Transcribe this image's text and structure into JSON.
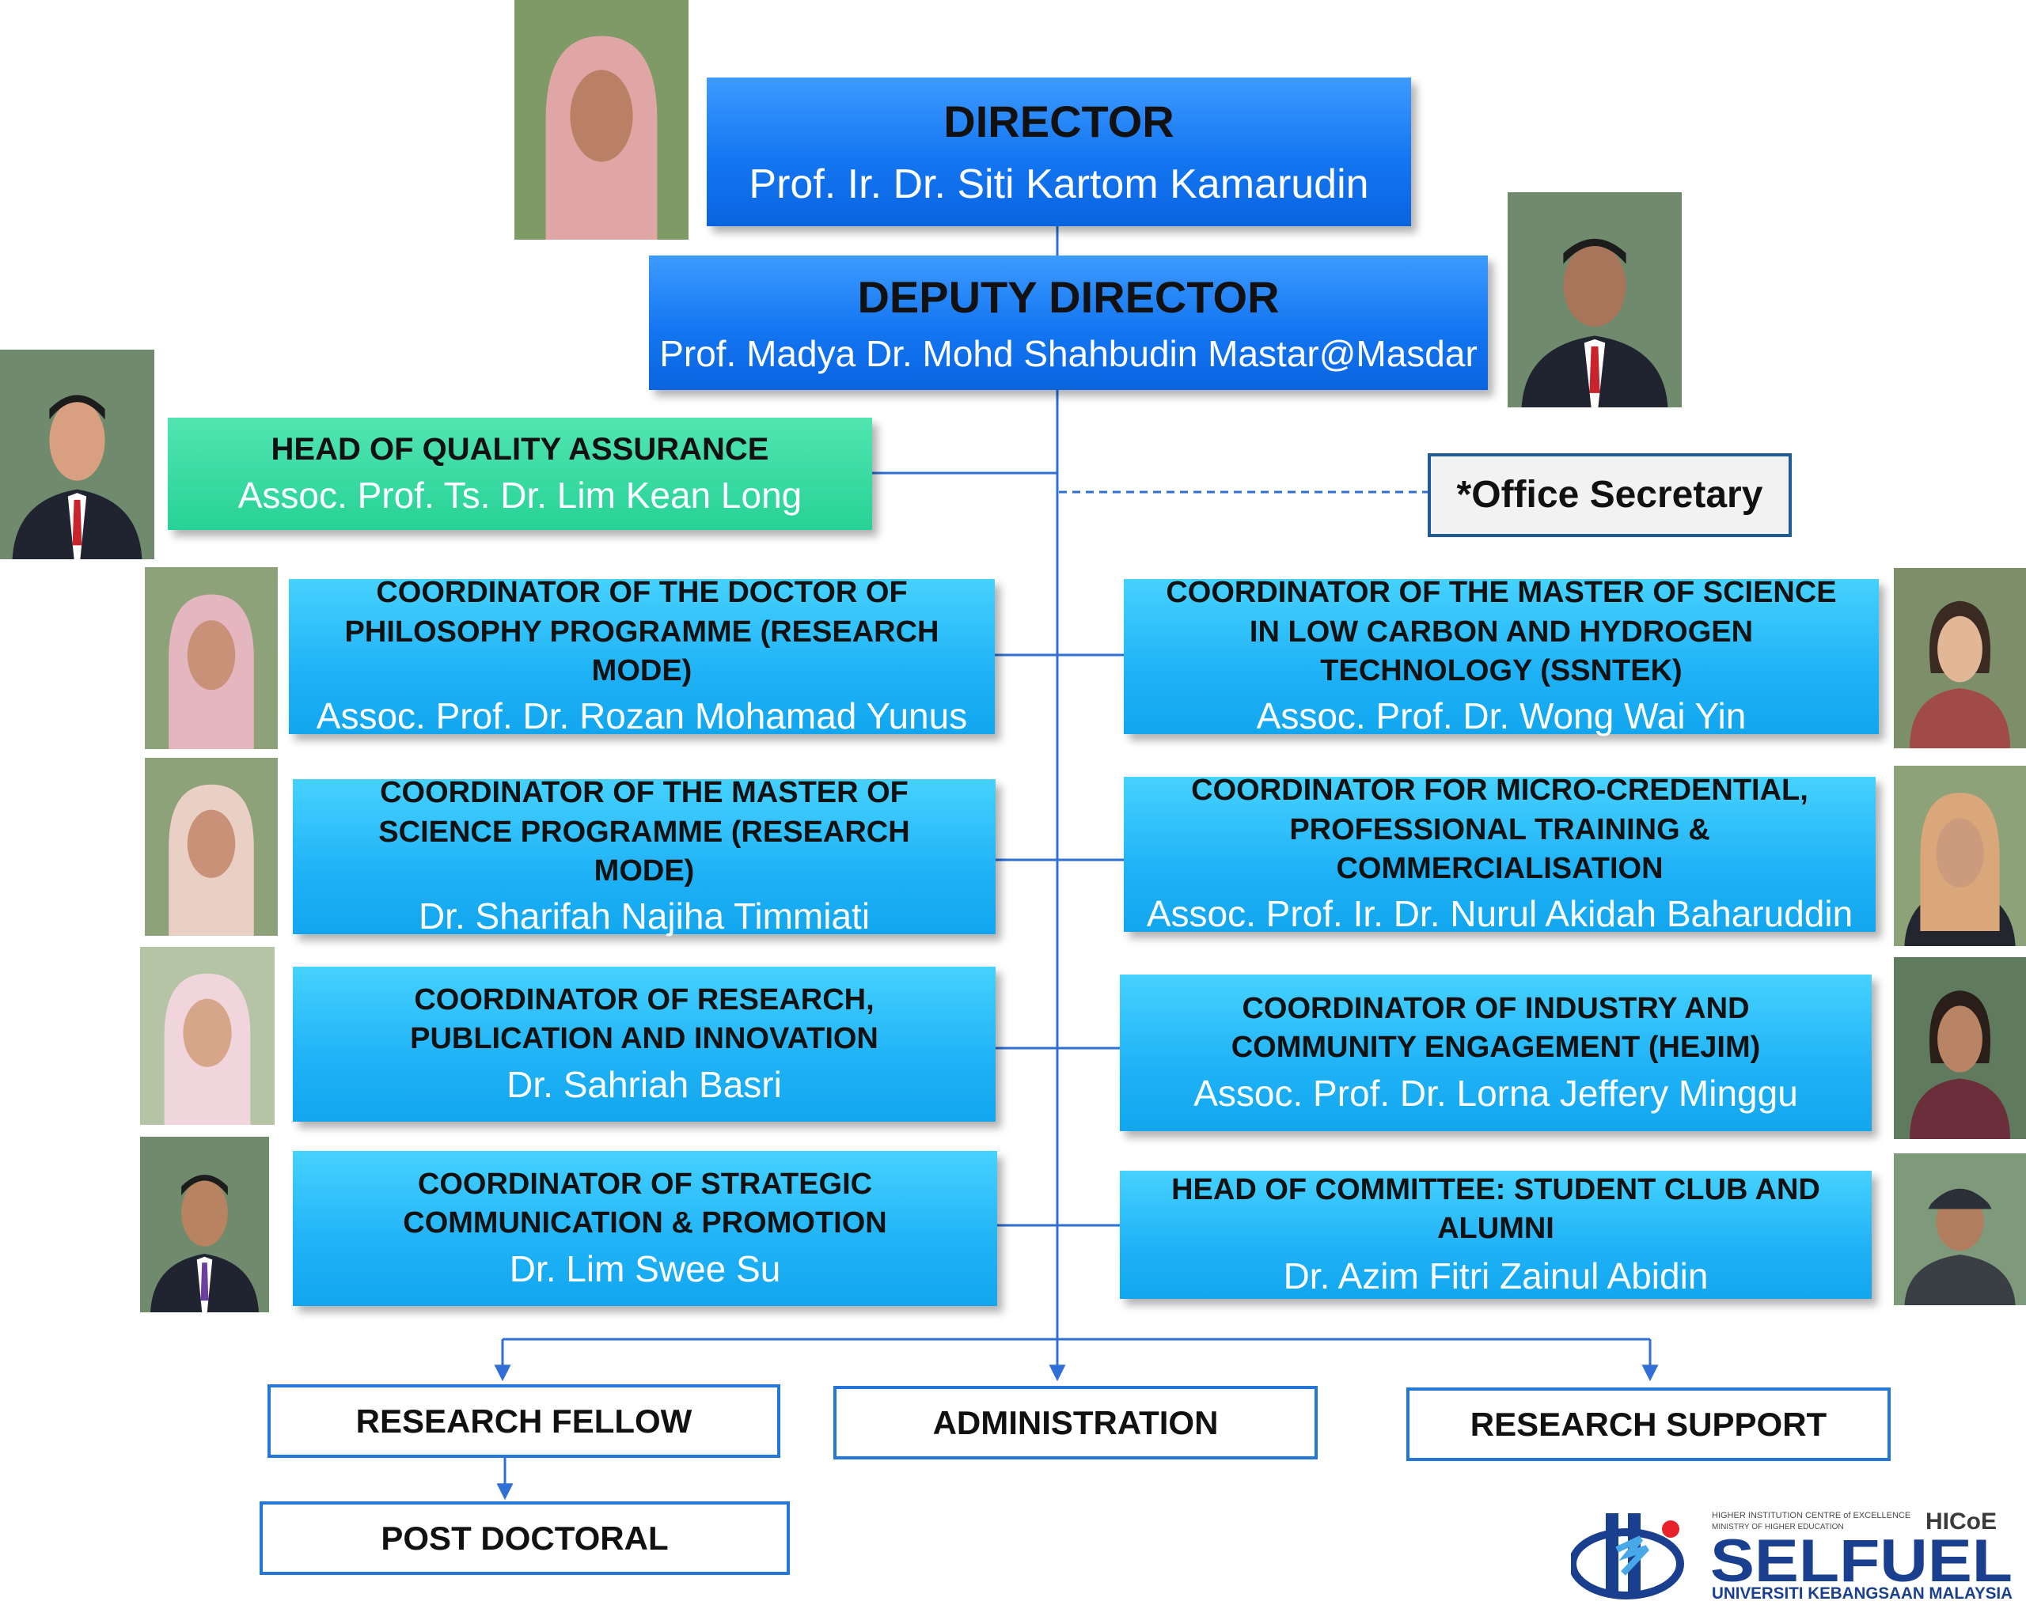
{
  "director": {
    "role": "DIRECTOR",
    "name": "Prof. Ir. Dr. Siti Kartom Kamarudin"
  },
  "deputy_director": {
    "role": "DEPUTY DIRECTOR",
    "name": "Prof. Madya Dr. Mohd Shahbudin Mastar@Masdar"
  },
  "quality_assurance": {
    "role": "HEAD OF QUALITY ASSURANCE",
    "name": "Assoc. Prof. Ts. Dr. Lim Kean Long"
  },
  "office_secretary": {
    "label": "*Office Secretary"
  },
  "left_coordinators": [
    {
      "role": "COORDINATOR OF THE DOCTOR OF PHILOSOPHY PROGRAMME (RESEARCH MODE)",
      "name": "Assoc. Prof. Dr. Rozan Mohamad Yunus"
    },
    {
      "role": "COORDINATOR OF THE MASTER OF SCIENCE PROGRAMME (RESEARCH MODE)",
      "name": "Dr. Sharifah Najiha Timmiati"
    },
    {
      "role": "COORDINATOR OF RESEARCH, PUBLICATION AND INNOVATION",
      "name": "Dr. Sahriah Basri"
    },
    {
      "role": "COORDINATOR OF STRATEGIC COMMUNICATION & PROMOTION",
      "name": "Dr. Lim Swee Su"
    }
  ],
  "right_coordinators": [
    {
      "role": "COORDINATOR OF THE MASTER OF SCIENCE IN LOW CARBON AND HYDROGEN TECHNOLOGY (SSNTEK)",
      "name": "Assoc. Prof. Dr. Wong Wai Yin"
    },
    {
      "role": "COORDINATOR FOR MICRO-CREDENTIAL, PROFESSIONAL TRAINING & COMMERCIALISATION",
      "name": "Assoc. Prof. Ir. Dr. Nurul Akidah Baharuddin"
    },
    {
      "role": "COORDINATOR OF INDUSTRY AND COMMUNITY ENGAGEMENT (HEJIM)",
      "name": "Assoc. Prof. Dr. Lorna Jeffery Minggu"
    },
    {
      "role": "HEAD OF COMMITTEE: STUDENT CLUB AND ALUMNI",
      "name": "Dr. Azim Fitri Zainul Abidin"
    }
  ],
  "units": {
    "research_fellow": "RESEARCH FELLOW",
    "administration": "ADMINISTRATION",
    "research_support": "RESEARCH SUPPORT",
    "post_doctoral": "POST DOCTORAL"
  },
  "logo": {
    "tagline_1": "HIGHER INSTITUTION CENTRE of EXCELLENCE",
    "tagline_2": "MINISTRY OF HIGHER EDUCATION",
    "hicoe": "HICoE",
    "name": "SELFUEL",
    "university": "UNIVERSITI KEBANGSAAN MALAYSIA"
  },
  "colors": {
    "director_blue": "#1476f2",
    "coordinator_cyan": "#1fb2f6",
    "quality_green": "#26d296",
    "connector_blue": "#2f6fd6",
    "logo_navy": "#1b3f8f",
    "logo_red": "#e8222b"
  }
}
